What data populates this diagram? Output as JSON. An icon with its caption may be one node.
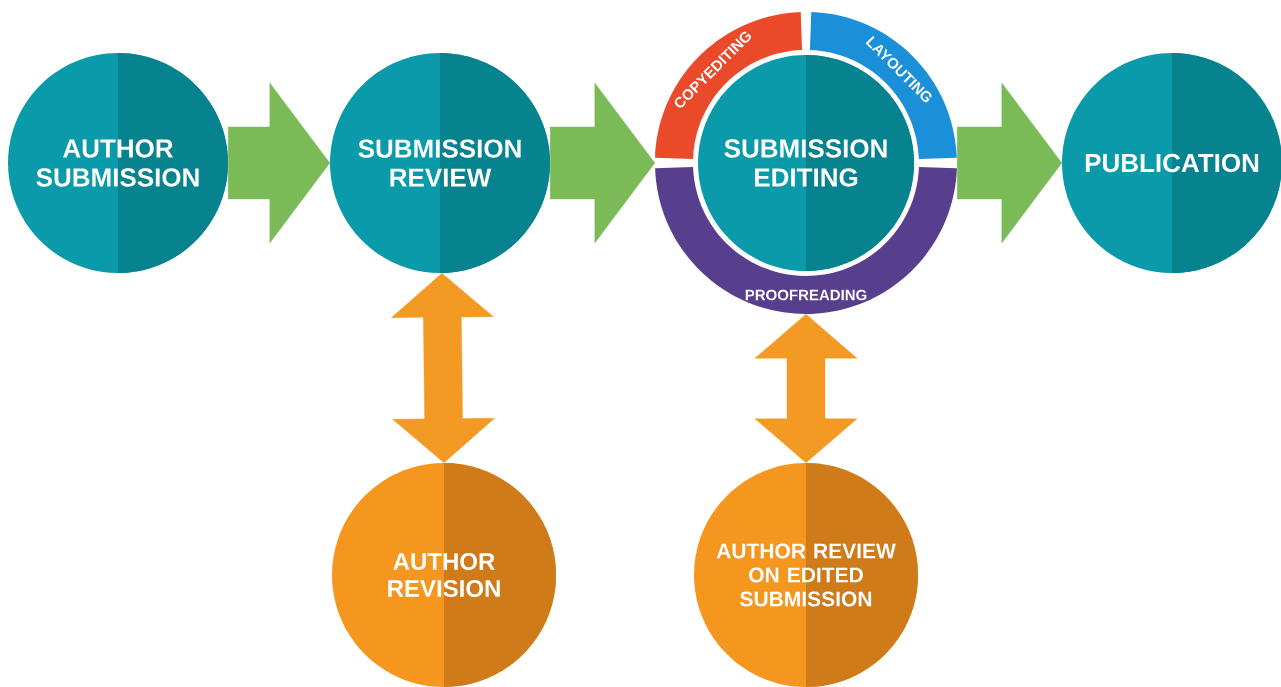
{
  "diagram": {
    "nodes": [
      {
        "text": [
          "AUTHOR SUBMISSION"
        ]
      },
      {
        "text": [
          "SUBMISSION REVIEW"
        ]
      },
      {
        "text": [
          "COPYEDITING",
          "LAYOUTING",
          "SUBMISSION EDITING",
          "PROOFREADING"
        ]
      },
      {
        "text": [
          "PUBLICATION"
        ]
      },
      {
        "text": [
          "AUTHOR REVISION"
        ]
      },
      {
        "text": [
          "AUTHOR REVIEW ON EDITED SUBMISSION"
        ]
      }
    ],
    "edges": [
      {
        "from": 0,
        "to": 1,
        "arrow": "to"
      },
      {
        "from": 1,
        "to": 2,
        "arrow": "to"
      },
      {
        "from": 2,
        "to": 3,
        "arrow": "to"
      },
      {
        "from": 1,
        "to": 4,
        "arrow": "both",
        "color": "#f39a25"
      },
      {
        "from": 2,
        "to": 5,
        "arrow": "both",
        "color": "#f39a25"
      }
    ]
  }
}
